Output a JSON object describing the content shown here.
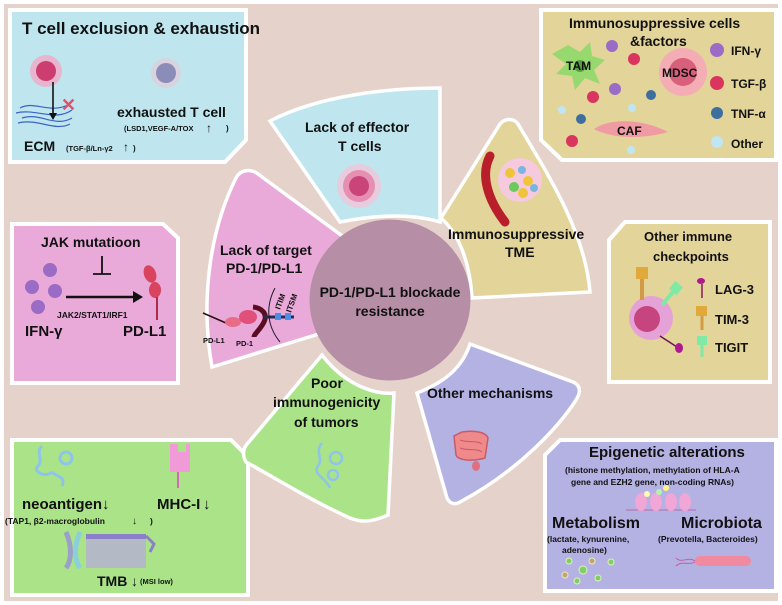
{
  "center": {
    "line1": "PD-1/PD-L1 blockade",
    "line2": "resistance"
  },
  "petals": {
    "effector": {
      "line1": "Lack of effector",
      "line2": "T cells"
    },
    "tme": {
      "line1": "Immunosuppressive",
      "line2": "TME"
    },
    "target": {
      "line1": "Lack of target",
      "line2": "PD-1/PD-L1",
      "pdl1": "PD-L1",
      "pd1": "PD-1",
      "itim": "ITIM",
      "itsm": "ITSM"
    },
    "immunogenicity": {
      "line1": "Poor",
      "line2": "immunogenicity",
      "line3": "of tumors"
    },
    "other": {
      "line1": "Other mechanisms"
    }
  },
  "panels": {
    "tcell": {
      "title": "T cell exclusion & exhaustion",
      "ecm": "ECM",
      "ecm_note": "(TGF-β/Ln-γ2",
      "ecm_arrow": "↑",
      "ecm_close": ")",
      "exhausted": "exhausted T cell",
      "exhausted_note": "(LSD1,VEGF-A/TOX",
      "exhausted_arrow": "↑",
      "exhausted_close": ")",
      "block_mark": "✕"
    },
    "immunosuppressive": {
      "title1": "Immunosuppressive cells",
      "title2": "&factors",
      "tam": "TAM",
      "mdsc": "MDSC",
      "caf": "CAF",
      "legend": [
        {
          "label": "IFN-γ",
          "color": "#9a6cc6"
        },
        {
          "label": "TGF-β",
          "color": "#d9355e"
        },
        {
          "label": "TNF-α",
          "color": "#3d6e9e"
        },
        {
          "label": "Other",
          "color": "#bfe6f2"
        }
      ]
    },
    "jak": {
      "title": "JAK mutatioon",
      "pathway": "JAK2/STAT1/IRF1",
      "ifn": "IFN-γ",
      "pdl1": "PD-L1"
    },
    "checkpoints": {
      "title1": "Other immune",
      "title2": "checkpoints",
      "items": [
        {
          "label": "LAG-3",
          "color": "#b0188f"
        },
        {
          "label": "TIM-3",
          "color": "#e0a93a"
        },
        {
          "label": "TIGIT",
          "color": "#7fe9a6"
        }
      ]
    },
    "poor": {
      "neoantigen": "neoantigen",
      "neo_arrow": "↓",
      "tap": "(TAP1, β2-macroglobulin",
      "tap_arrow": "↓",
      "tap_close": ")",
      "mhc": "MHC-I",
      "mhc_arrow": "↓",
      "tmb": "TMB",
      "tmb_arrow": "↓",
      "msi": "(MSI low)"
    },
    "epigenetic": {
      "title": "Epigenetic alterations",
      "sub1": "(histone methylation, methylation of HLA-A",
      "sub2": "gene and EZH2 gene, non-coding RNAs)",
      "metabolism": "Metabolism",
      "met1": "(lactate, kynurenine,",
      "met2": "adenosine)",
      "microbiota": "Microbiota",
      "micro1": "(Prevotella, Bacteroides)"
    }
  },
  "colors": {
    "background": "#e5d3cb",
    "blue_panel": "#bfe6ee",
    "yellow_panel": "#e3d49a",
    "pink_panel": "#eaaad9",
    "green_panel": "#abe388",
    "purple_panel": "#b4b1e3",
    "center": "#b68ea5"
  }
}
